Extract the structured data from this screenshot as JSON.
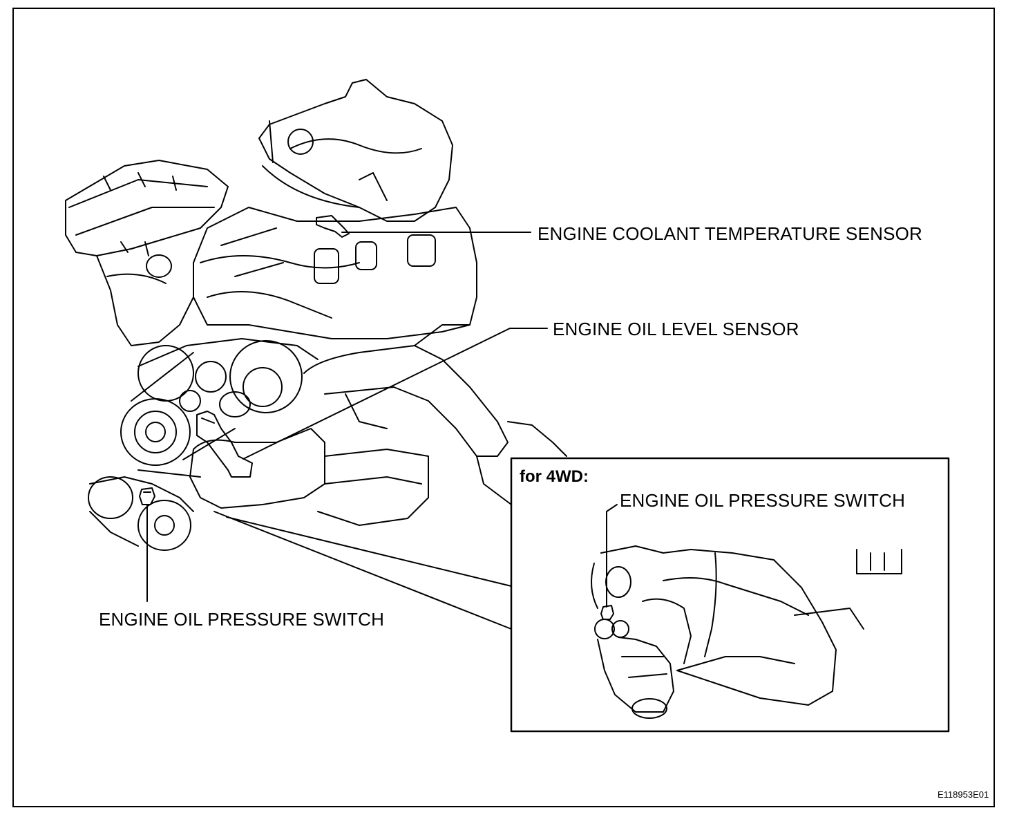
{
  "labels": {
    "coolant_sensor": "ENGINE COOLANT TEMPERATURE SENSOR",
    "oil_level_sensor": "ENGINE OIL LEVEL SENSOR",
    "oil_pressure_switch": "ENGINE OIL PRESSURE SWITCH"
  },
  "inset": {
    "title": "for 4WD:",
    "oil_pressure_switch": "ENGINE OIL PRESSURE SWITCH"
  },
  "figure_id": "E118953E01",
  "colors": {
    "line": "#000000",
    "background": "#ffffff"
  }
}
